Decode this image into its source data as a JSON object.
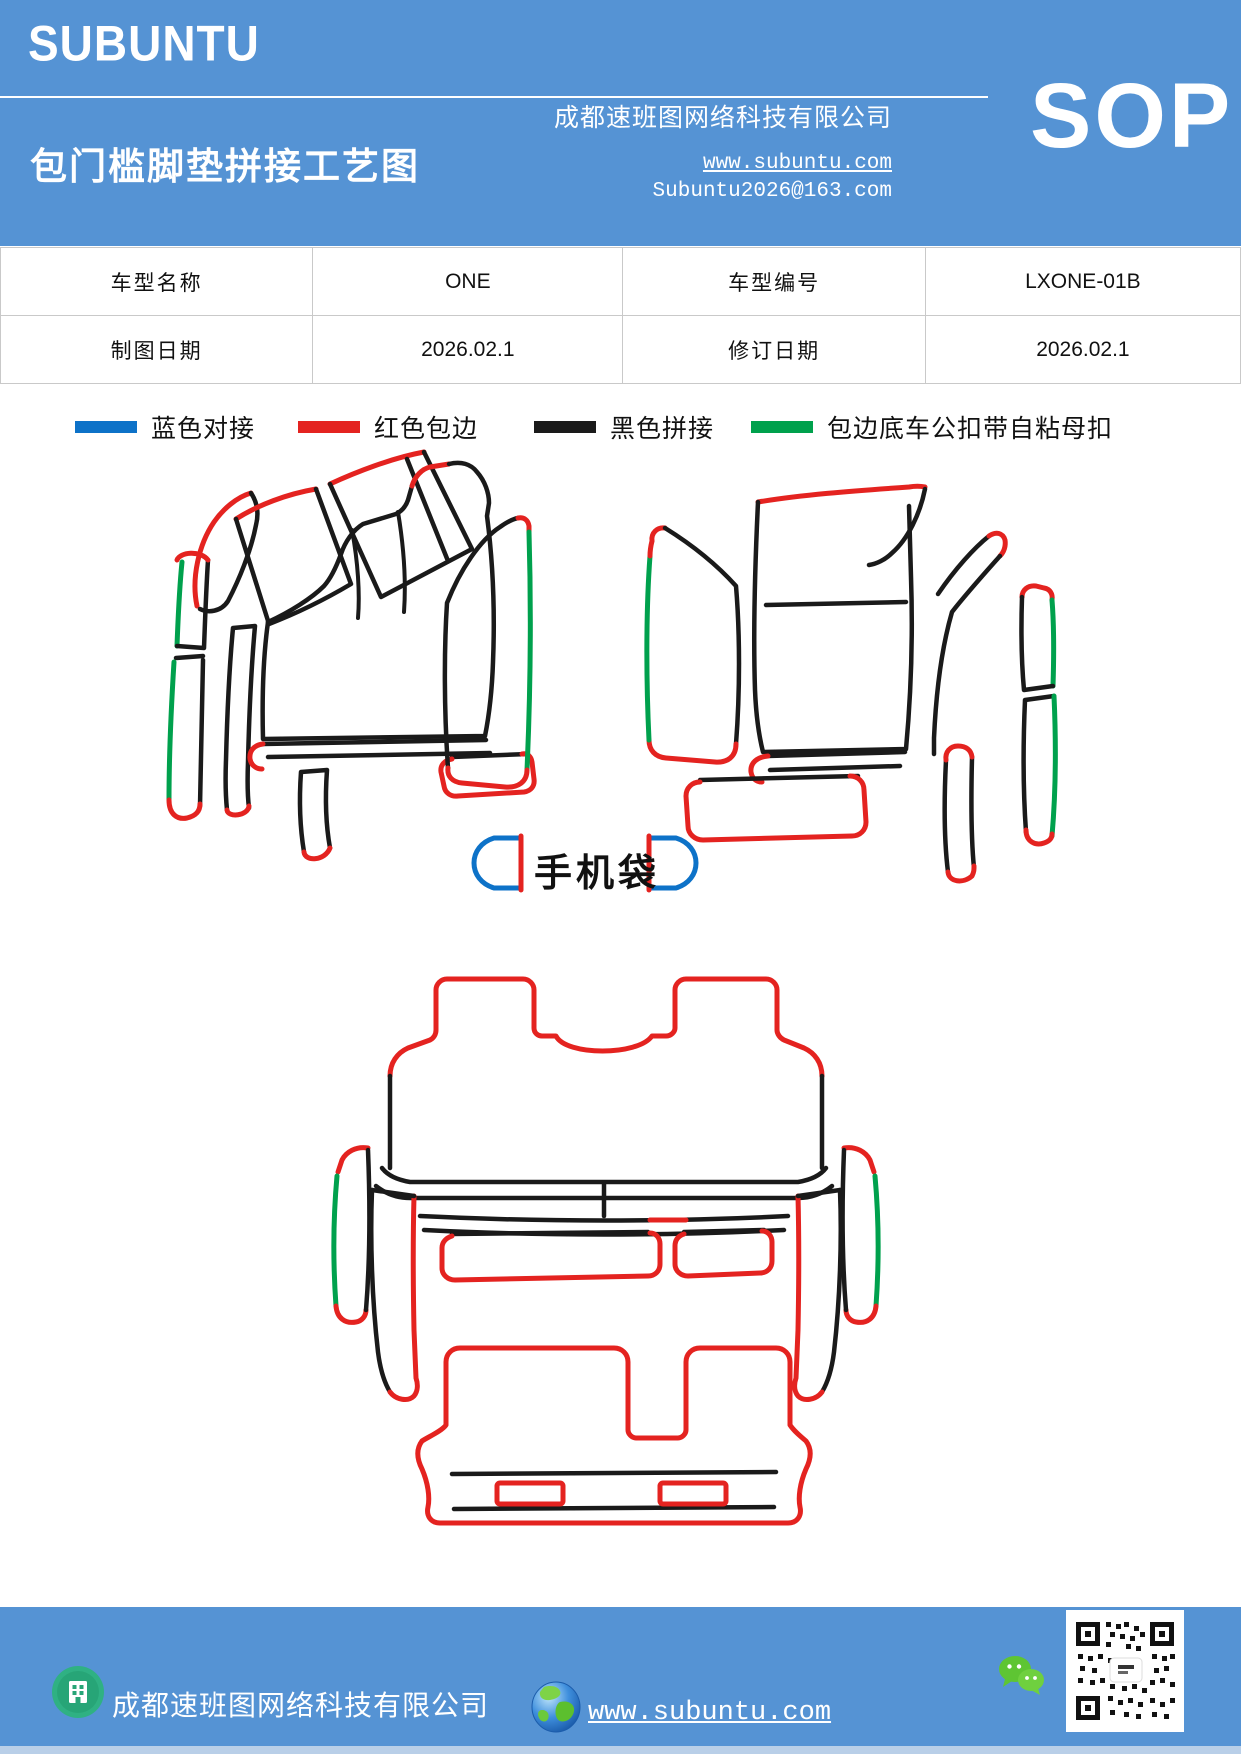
{
  "header": {
    "logo": "SUBUNTU",
    "title": "包门槛脚垫拼接工艺图",
    "company": "成都速班图网络科技有限公司",
    "website": "www.subuntu.com",
    "email": "Subuntu2026@163.com",
    "sop": "SOP"
  },
  "info_table": {
    "rows": [
      [
        "车型名称",
        "ONE",
        "车型编号",
        "LXONE-01B"
      ],
      [
        "制图日期",
        "2026.02.1",
        "修订日期",
        "2026.02.1"
      ]
    ]
  },
  "legend": {
    "items": [
      {
        "label": "蓝色对接",
        "color": "#0d72c8"
      },
      {
        "label": "红色包边",
        "color": "#e42320"
      },
      {
        "label": "黑色拼接",
        "color": "#1a1a1a"
      },
      {
        "label": "包边底车公扣带自粘母扣",
        "color": "#00a14d"
      }
    ]
  },
  "diagram": {
    "phone_bag_label": "手机袋"
  },
  "footer": {
    "company": "成都速班图网络科技有限公司",
    "website": "www.subuntu.com"
  },
  "colors": {
    "band_blue": "#5593d4",
    "stitch_blue": "#0d72c8",
    "edge_red": "#e42320",
    "splice_black": "#1a1a1a",
    "buckle_green": "#00a14d",
    "wechat_green": "#5ec533"
  }
}
